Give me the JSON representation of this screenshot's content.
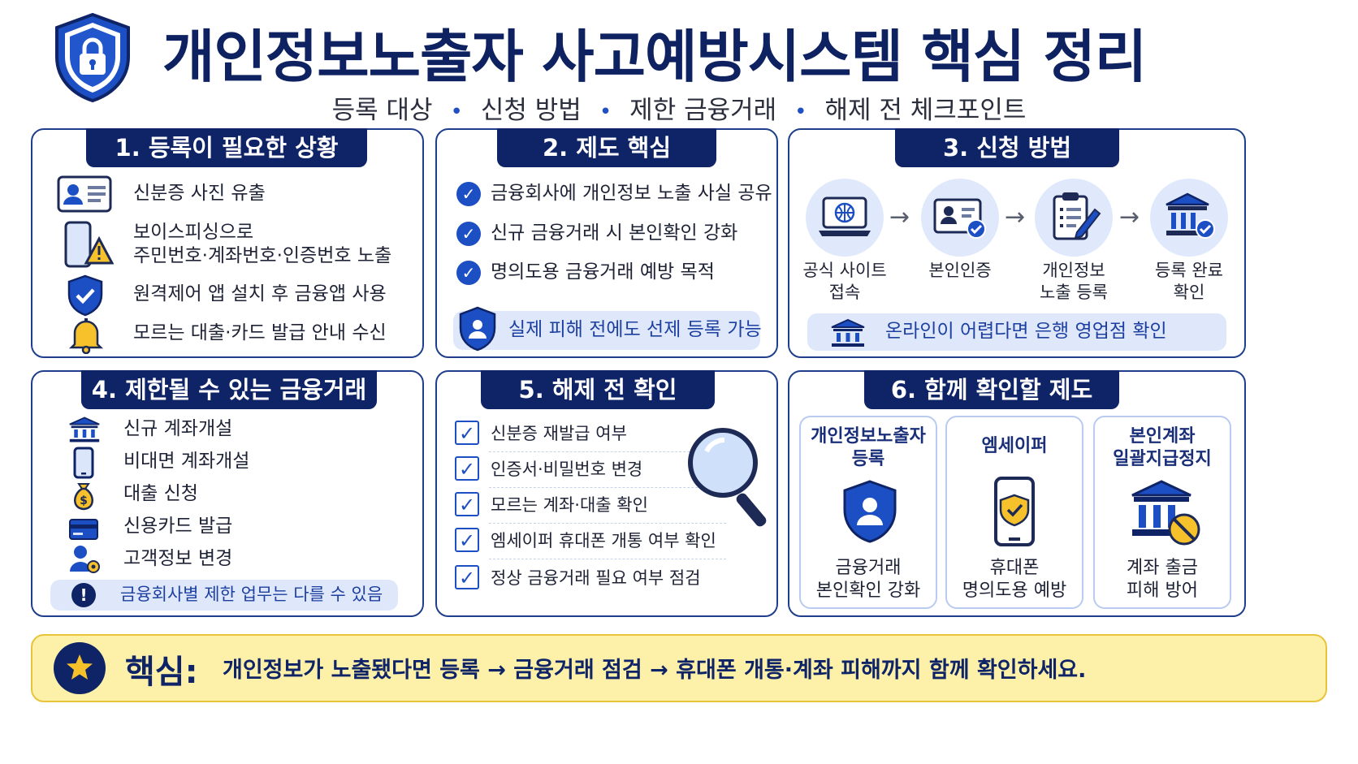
{
  "header": {
    "title": "개인정보노출자 사고예방시스템 핵심 정리",
    "subtitle": [
      "등록 대상",
      "신청 방법",
      "제한 금융거래",
      "해제 전 체크포인트"
    ]
  },
  "section1": {
    "title": "1. 등록이 필요한 상황",
    "items": [
      {
        "icon": "id-card-icon",
        "text": "신분증 사진 유출"
      },
      {
        "icon": "phone-warning-icon",
        "text": "보이스피싱으로",
        "text2": "주민번호·계좌번호·인증번호 노출"
      },
      {
        "icon": "shield-check-icon",
        "text": "원격제어 앱 설치 후 금융앱 사용"
      },
      {
        "icon": "bell-icon",
        "text": "모르는 대출·카드 발급 안내 수신"
      }
    ]
  },
  "section2": {
    "title": "2. 제도 핵심",
    "items": [
      "금융회사에 개인정보 노출 사실 공유",
      "신규 금융거래 시 본인확인 강화",
      "명의도용 금융거래 예방 목적"
    ],
    "note": "실제 피해 전에도 선제 등록 가능"
  },
  "section3": {
    "title": "3. 신청 방법",
    "steps": [
      {
        "icon": "laptop-globe-icon",
        "line1": "공식 사이트",
        "line2": "접속"
      },
      {
        "icon": "id-verify-icon",
        "line1": "본인인증",
        "line2": ""
      },
      {
        "icon": "clipboard-pen-icon",
        "line1": "개인정보",
        "line2": "노출 등록"
      },
      {
        "icon": "bank-check-icon",
        "line1": "등록 완료",
        "line2": "확인"
      }
    ],
    "note": "온라인이 어렵다면 은행 영업점 확인"
  },
  "section4": {
    "title": "4. 제한될 수 있는 금융거래",
    "items": [
      {
        "icon": "bank-icon",
        "text": "신규 계좌개설"
      },
      {
        "icon": "smartphone-icon",
        "text": "비대면 계좌개설"
      },
      {
        "icon": "money-bag-icon",
        "text": "대출 신청"
      },
      {
        "icon": "credit-card-icon",
        "text": "신용카드 발급"
      },
      {
        "icon": "user-gear-icon",
        "text": "고객정보 변경"
      }
    ],
    "note": "금융회사별 제한 업무는 다를 수 있음"
  },
  "section5": {
    "title": "5. 해제 전 확인",
    "items": [
      "신분증 재발급 여부",
      "인증서·비밀번호 변경",
      "모르는 계좌·대출 확인",
      "엠세이퍼 휴대폰 개통 여부 확인",
      "정상 금융거래 필요 여부 점검"
    ]
  },
  "section6": {
    "title": "6. 함께 확인할 제도",
    "cards": [
      {
        "icon": "user-shield-icon",
        "title1": "개인정보노출자",
        "title2": "등록",
        "body1": "금융거래",
        "body2": "본인확인 강화"
      },
      {
        "icon": "phone-shield-icon",
        "title1": "엠세이퍼",
        "title2": "",
        "body1": "휴대폰",
        "body2": "명의도용 예방"
      },
      {
        "icon": "bank-block-icon",
        "title1": "본인계좌",
        "title2": "일괄지급정지",
        "body1": "계좌 출금",
        "body2": "피해 방어"
      }
    ]
  },
  "footer": {
    "label": "핵심:",
    "text": "개인정보가 노출됐다면 등록 → 금융거래 점검 → 휴대폰 개통·계좌 피해까지 함께 확인하세요."
  },
  "colors": {
    "navy": "#0f2466",
    "accent": "#1c4fc4",
    "pill": "#dfe8fb",
    "footer_bg": "#fdf1a9"
  }
}
